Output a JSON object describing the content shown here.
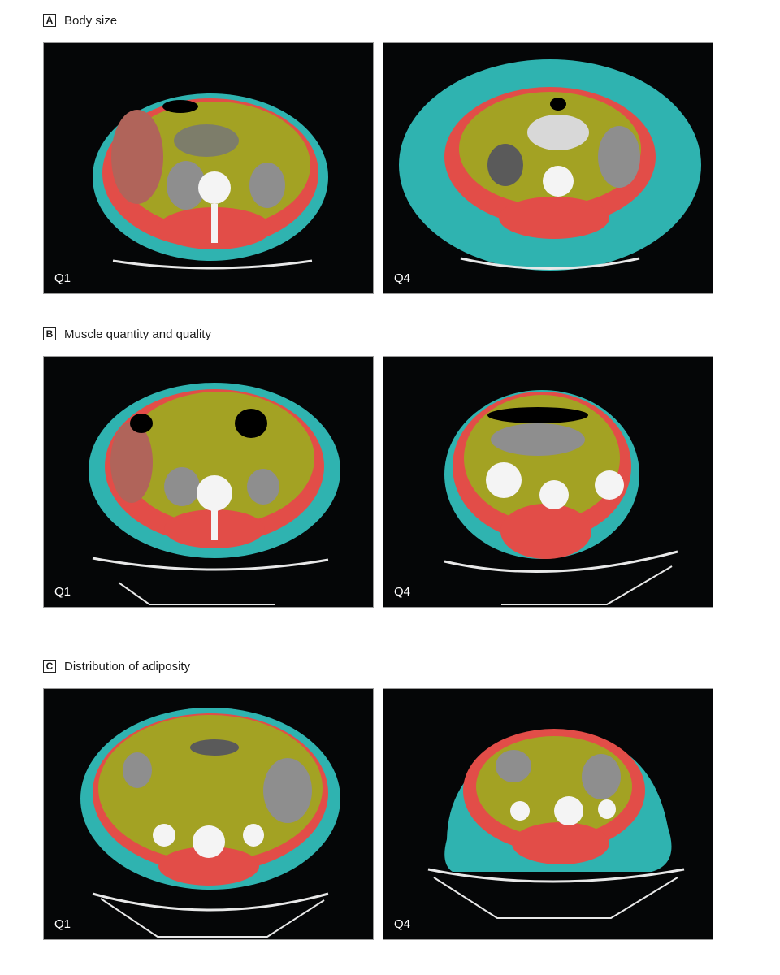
{
  "sections": [
    {
      "letter": "A",
      "title": "Body size",
      "panels": [
        {
          "quartile": "Q1"
        },
        {
          "quartile": "Q4"
        }
      ]
    },
    {
      "letter": "B",
      "title": "Muscle quantity and quality",
      "panels": [
        {
          "quartile": "Q1"
        },
        {
          "quartile": "Q4"
        }
      ]
    },
    {
      "letter": "C",
      "title": "Distribution of adiposity",
      "panels": [
        {
          "quartile": "Q1"
        },
        {
          "quartile": "Q4"
        }
      ]
    }
  ],
  "colors": {
    "subcutaneous_fat": "#2fb3b0",
    "muscle": "#e24d48",
    "visceral_fat": "#a3a223",
    "bone": "#f4f4f4",
    "background": "#050607"
  }
}
